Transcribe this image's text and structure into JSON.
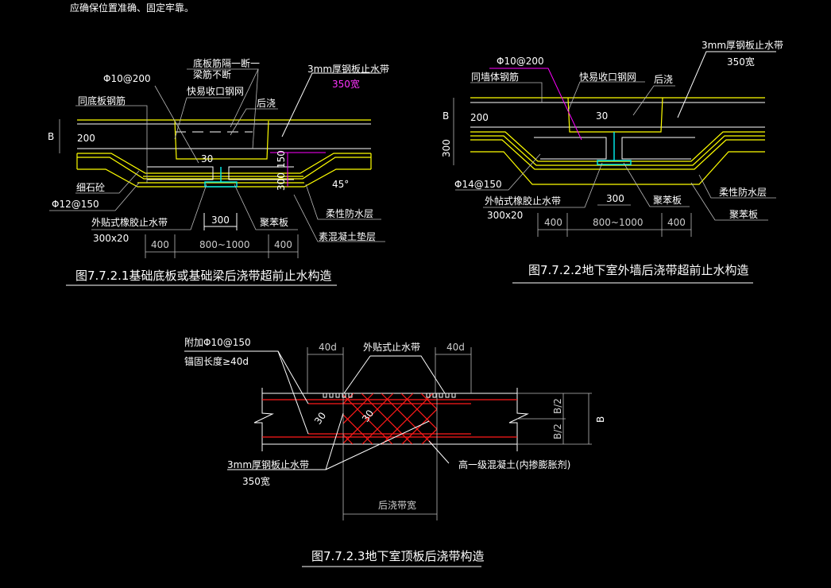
{
  "top_note": "应确保位置准确、固定牢靠。",
  "fig1": {
    "title": "图7.7.2.1基础底板或基础梁后浇带超前止水构造",
    "labels": {
      "rebar_cut": "底板筋隔一断一",
      "beam_rebar": "梁筋不断",
      "phi10": "Φ10@200",
      "mesh": "快易收口钢网",
      "same_rebar": "同底板钢筋",
      "post_cast": "后浇",
      "steel_stop": "3mm厚钢板止水带",
      "steel_width": "350宽",
      "b": "B",
      "d200": "200",
      "d30": "30",
      "d150": "150",
      "d300v": "300",
      "angle": "45°",
      "fine_concrete": "细石砼",
      "phi12": "Φ12@150",
      "rubber_stop": "外贴式橡胶止水带",
      "rubber_size": "300x20",
      "d300": "300",
      "eps": "聚苯板",
      "flex_wp": "柔性防水层",
      "plain_concrete": "素混凝土垫层",
      "d400a": "400",
      "d800": "800~1000",
      "d400b": "400"
    }
  },
  "fig2": {
    "title": "图7.7.2.2地下室外墙后浇带超前止水构造",
    "labels": {
      "steel_stop": "3mm厚钢板止水带",
      "steel_width": "350宽",
      "phi10": "Φ10@200",
      "same_rebar": "同墙体钢筋",
      "mesh": "快易收口钢网",
      "post_cast": "后浇",
      "b": "B",
      "d200": "200",
      "d30": "30",
      "d300v": "300",
      "phi14": "Φ14@150",
      "rubber_stop": "外帖式橡胶止水带",
      "rubber_size": "300x20",
      "d300": "300",
      "eps": "聚苯板",
      "flex_wp": "柔性防水层",
      "eps2": "聚苯板",
      "d400a": "400",
      "d800": "800~1000",
      "d400b": "400"
    }
  },
  "fig3": {
    "title": "图7.7.2.3地下室顶板后浇带构造",
    "labels": {
      "extra_rebar": "附加Φ10@150",
      "anchor": "锚固长度≥40d",
      "d40a": "40d",
      "d40b": "40d",
      "ext_stop": "外贴式止水带",
      "steel_stop": "3mm厚钢板止水带",
      "steel_width": "350宽",
      "higher_concrete": "高一级混凝土(内掺膨胀剂)",
      "band_width": "后浇带宽",
      "b_half1": "B/2",
      "b_half2": "B/2",
      "b": "B",
      "d30a": "30",
      "d30b": "30"
    }
  },
  "colors": {
    "background": "#000000",
    "slab": "#ffff00",
    "rebar": "#ff1a1a",
    "waterstop": "#00e5e5",
    "highlight": "#ff00ff"
  }
}
